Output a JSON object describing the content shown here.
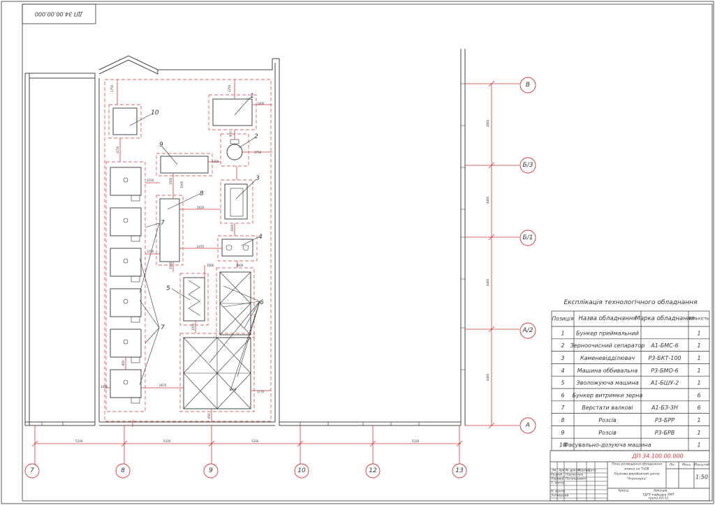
{
  "stamp_code": "ДП 34.00.00.000",
  "table_title": "Експлікація технологічного обладнання",
  "table_headers": [
    "Позиція",
    "Назва обладнання",
    "Марка обладнання",
    "Кількість"
  ],
  "equipment": [
    {
      "pos": "1",
      "name": "Бункер приймальний",
      "brand": "",
      "qty": "1"
    },
    {
      "pos": "2",
      "name": "Зерноочисний сепаратор",
      "brand": "А1-БМС-6",
      "qty": "1"
    },
    {
      "pos": "3",
      "name": "Каменевідділювач",
      "brand": "Р3-БКТ-100",
      "qty": "1"
    },
    {
      "pos": "4",
      "name": "Машина оббивальна",
      "brand": "Р3-БМО-6",
      "qty": "1"
    },
    {
      "pos": "5",
      "name": "Зволожуюча машина",
      "brand": "А1-БШУ-2",
      "qty": "1"
    },
    {
      "pos": "6",
      "name": "Бункер витримки зерна",
      "brand": "",
      "qty": "6"
    },
    {
      "pos": "7",
      "name": "Верстати валкові",
      "brand": "А1-БЗ-3Н",
      "qty": "6"
    },
    {
      "pos": "8",
      "name": "Розсів",
      "brand": "Р3-БРР",
      "qty": "1"
    },
    {
      "pos": "9",
      "name": "Розсів",
      "brand": "Р3-БРВ",
      "qty": "1"
    },
    {
      "pos": "10",
      "name": "Фасувально-дозуюча машина",
      "brand": "",
      "qty": "1"
    }
  ],
  "title_block": {
    "code": "ДП 34.100.00.000",
    "sheet_title_1": "План розміщення обладнання",
    "sheet_title_2": "млина на ТзОВ",
    "sheet_title_3": "Науково-виробничий центр",
    "sheet_title_4": "\"Агронаука\"",
    "col_lit": "Літ.",
    "col_mass": "Маса",
    "col_scale": "Масштаб",
    "scale": "1:50",
    "sheet_label": "Аркуш",
    "sheets_label": "Аркушів",
    "org_1": "ТДТУ кафедра ХМТ",
    "org_2": "група ХО-51",
    "roles": [
      "Розроб.",
      "Перевір.",
      "Т. контр.",
      "Н. контр.",
      "Затвердив"
    ],
    "names": [
      "Підлеснюк",
      "Петрашевич",
      "",
      "",
      ""
    ],
    "hdr": [
      "Зм.",
      "Арк.",
      "№ докум.",
      "Підпис",
      "Дата"
    ]
  },
  "axes_bottom": [
    "7",
    "8",
    "9",
    "10",
    "12",
    "13"
  ],
  "axes_right": [
    "В",
    "Б/3",
    "Б/1",
    "А/2",
    "А"
  ],
  "dims": {
    "bottom": [
      "5330",
      "5330",
      "5330",
      "5330"
    ],
    "right": [
      "4460",
      "4460",
      "4460",
      "4460"
    ],
    "misc": [
      "1750",
      "1250",
      "1400",
      "1750",
      "1250",
      "900",
      "1250",
      "1500",
      "2620",
      "1000",
      "2470",
      "1250",
      "1000",
      "1000",
      "1000",
      "1000",
      "1000",
      "800",
      "2670",
      "1000",
      "1150",
      "1770",
      "650",
      "1000"
    ]
  },
  "labels": [
    "1",
    "2",
    "3",
    "4",
    "5",
    "6",
    "7",
    "7",
    "8",
    "9",
    "10"
  ]
}
